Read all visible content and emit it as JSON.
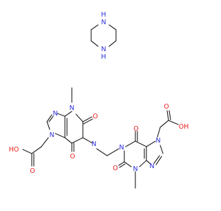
{
  "atoms": {
    "piperazine_n_top": "NH",
    "piperazine_n_bottom": "NH",
    "methyl_left": "CH3",
    "methyl_right": "CH3",
    "oxo": "O",
    "ring_n": "N",
    "acid_oxygen": "O",
    "acid_hydroxyl_left": "OH",
    "acid_hydroxyl_right": "HO"
  },
  "display": {
    "nh": "NH",
    "oh": "OH",
    "ho": "HO",
    "o": "O",
    "n": "N",
    "h": "H"
  },
  "colors": {
    "bond": "#222222",
    "nitrogen": "#2b2bdc",
    "oxygen": "#ee1c1c",
    "background": "#ffffff"
  }
}
